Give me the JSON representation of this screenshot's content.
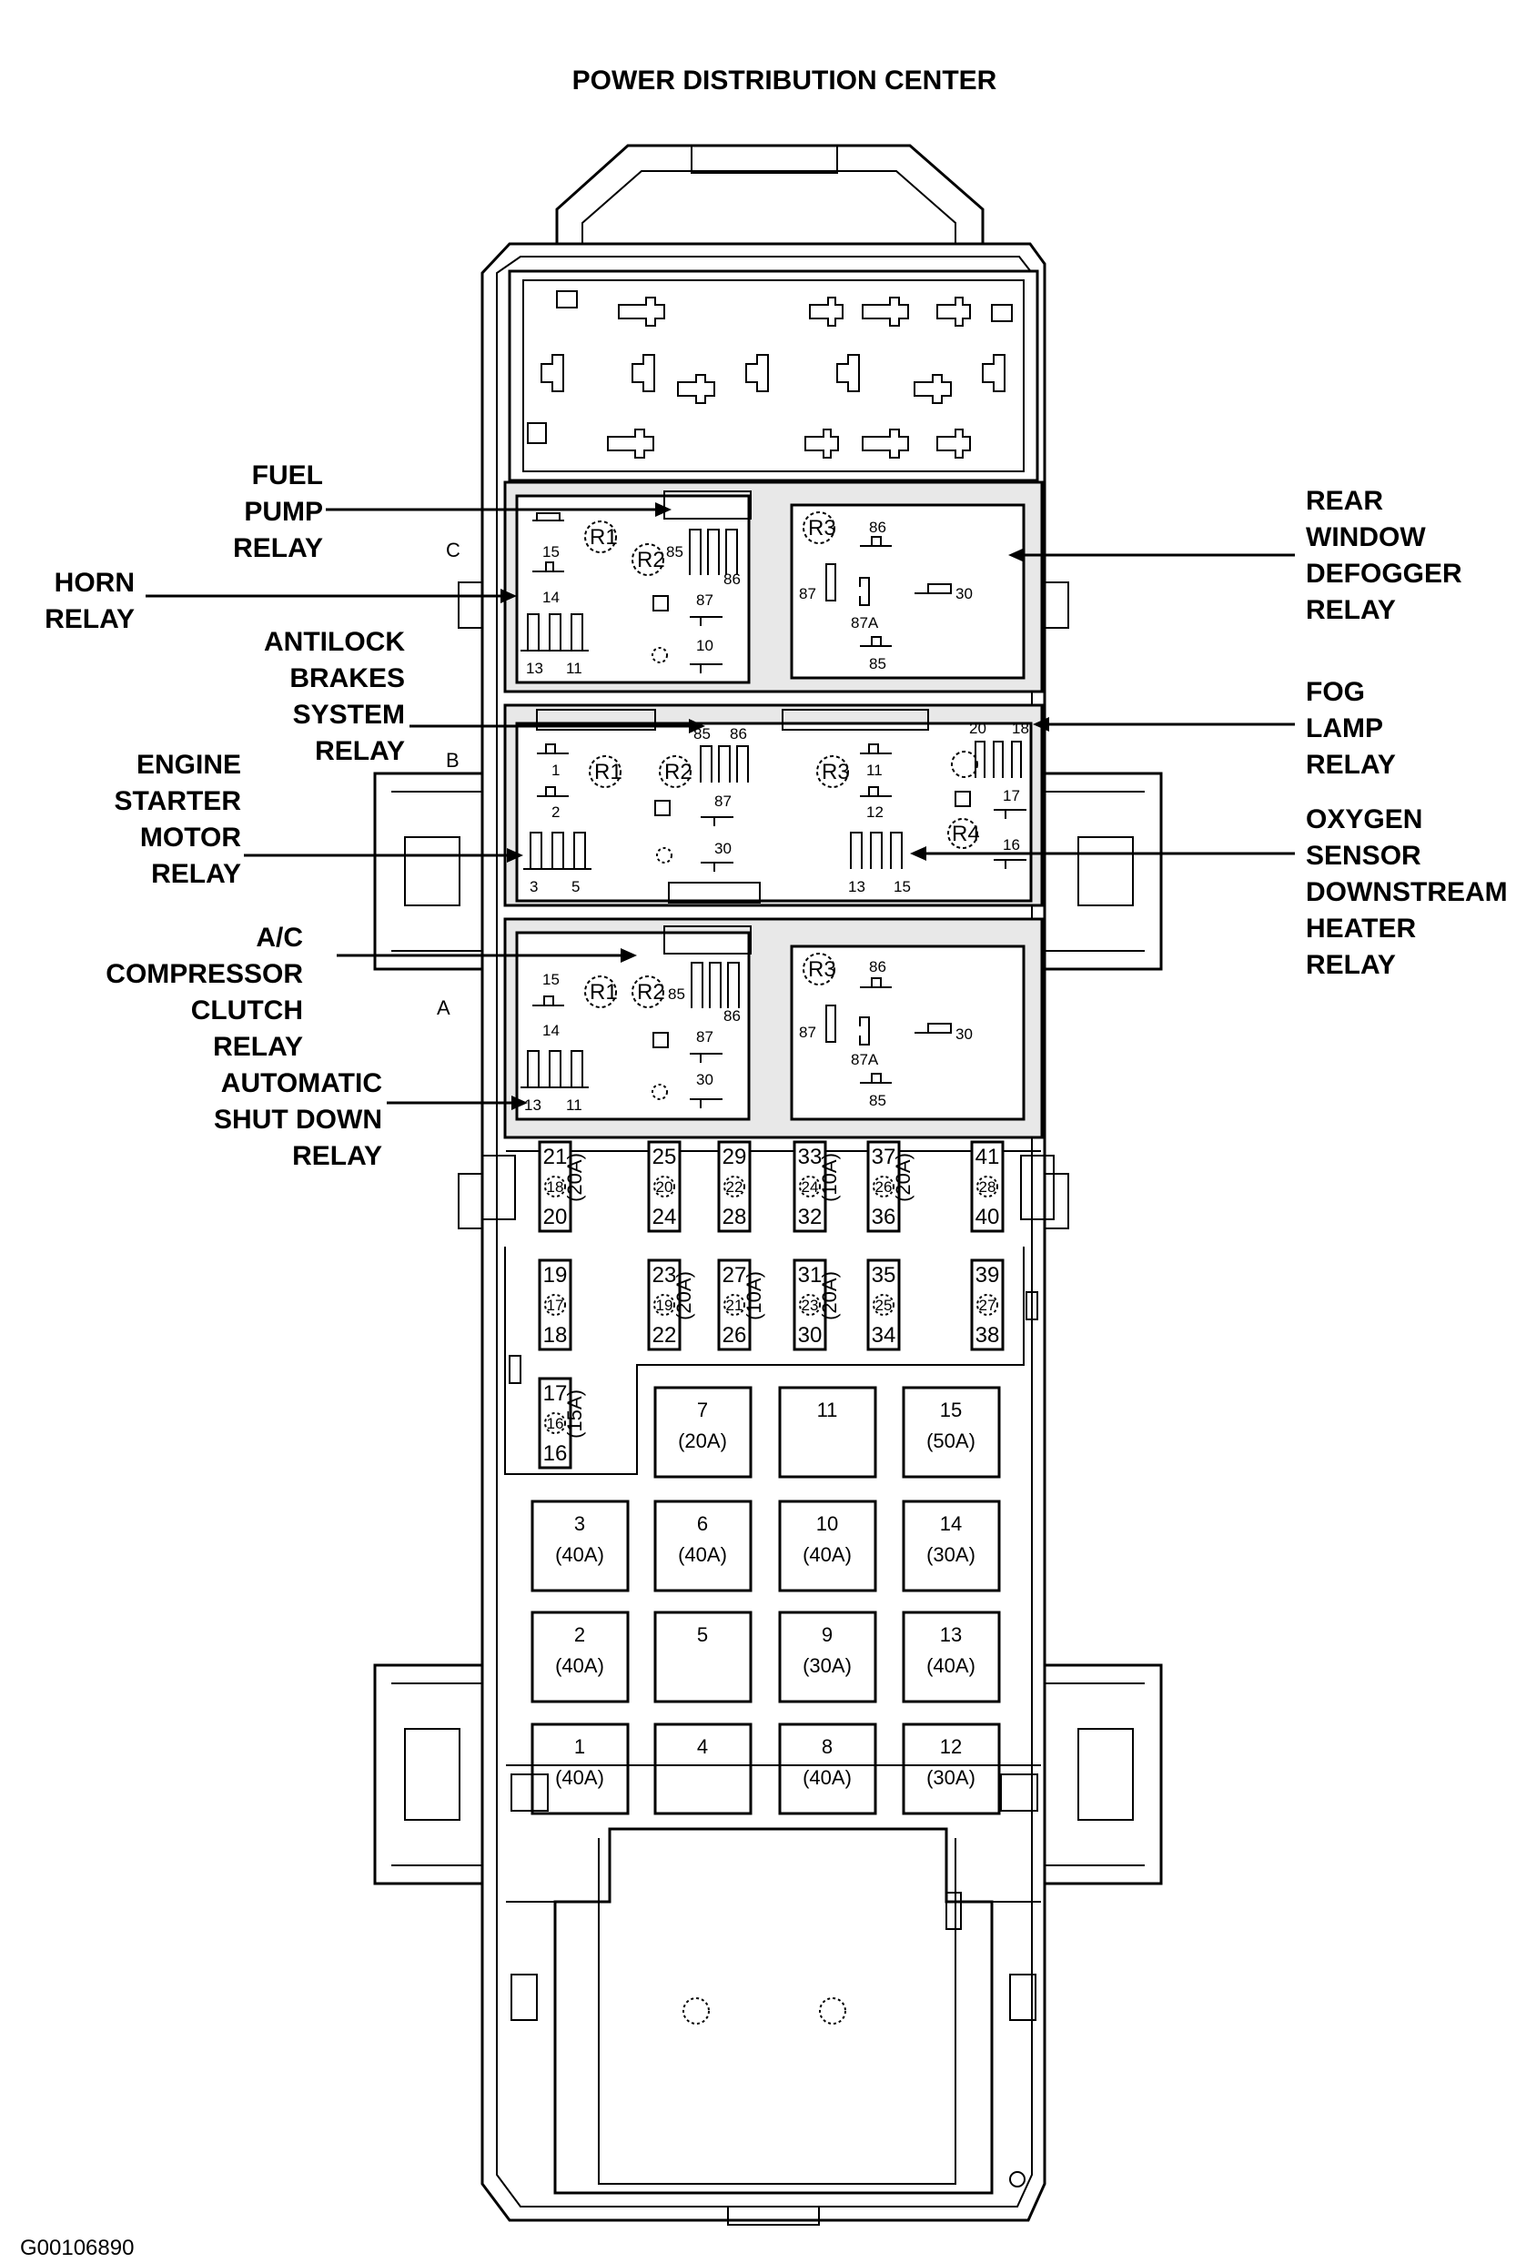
{
  "title": "POWER DISTRIBUTION CENTER",
  "figure_id": "G00106890",
  "rows": {
    "a": "A",
    "b": "B",
    "c": "C"
  },
  "callouts_left": [
    [
      "FUEL",
      "PUMP",
      "RELAY"
    ],
    [
      "HORN",
      "RELAY"
    ],
    [
      "ANTILOCK",
      "BRAKES",
      "SYSTEM",
      "RELAY"
    ],
    [
      "ENGINE",
      "STARTER",
      "MOTOR",
      "RELAY"
    ],
    [
      "A/C",
      "COMPRESSOR",
      "CLUTCH",
      "RELAY"
    ],
    [
      "AUTOMATIC",
      "SHUT DOWN",
      "RELAY"
    ]
  ],
  "callouts_right": [
    [
      "REAR",
      "WINDOW",
      "DEFOGGER",
      "RELAY"
    ],
    [
      "FOG",
      "LAMP",
      "RELAY"
    ],
    [
      "OXYGEN",
      "SENSOR",
      "DOWNSTREAM",
      "HEATER",
      "RELAY"
    ]
  ],
  "relay_labels": {
    "r1": "R1",
    "r2": "R2",
    "r3": "R3",
    "r4": "R4"
  },
  "relay_row_c": {
    "left": [
      "15",
      "14",
      "13",
      "11",
      "85",
      "86",
      "87",
      "10"
    ],
    "right": [
      "86",
      "87",
      "87A",
      "30",
      "85"
    ]
  },
  "relay_row_b": {
    "left": [
      "1",
      "2",
      "3",
      "5",
      "85",
      "86",
      "87",
      "30"
    ],
    "mid": [
      "11",
      "12",
      "13",
      "15"
    ],
    "right": [
      "20",
      "18",
      "17",
      "16"
    ]
  },
  "relay_row_a": {
    "left": [
      "15",
      "14",
      "13",
      "11",
      "85",
      "86",
      "87",
      "30"
    ],
    "right": [
      "86",
      "87",
      "87A",
      "30",
      "85"
    ]
  },
  "mini_fuses_upper": [
    {
      "pins": [
        "21",
        "18",
        "20"
      ],
      "amp": "(20A)"
    },
    {
      "pins": [
        "25",
        "20",
        "24"
      ],
      "amp": ""
    },
    {
      "pins": [
        "29",
        "22",
        "28"
      ],
      "amp": ""
    },
    {
      "pins": [
        "33",
        "24",
        "32"
      ],
      "amp": "(10A)"
    },
    {
      "pins": [
        "37",
        "26",
        "36"
      ],
      "amp": "(20A)"
    },
    {
      "pins": [
        "41",
        "28",
        "40"
      ],
      "amp": ""
    }
  ],
  "mini_fuses_lower": [
    {
      "pins": [
        "19",
        "17",
        "18"
      ],
      "amp": ""
    },
    {
      "pins": [
        "23",
        "19",
        "22"
      ],
      "amp": "(20A)"
    },
    {
      "pins": [
        "27",
        "21",
        "26"
      ],
      "amp": "(10A)"
    },
    {
      "pins": [
        "31",
        "23",
        "30"
      ],
      "amp": "(20A)"
    },
    {
      "pins": [
        "35",
        "25",
        "34"
      ],
      "amp": ""
    },
    {
      "pins": [
        "39",
        "27",
        "38"
      ],
      "amp": ""
    }
  ],
  "mini_fuse_bottom": {
    "pins": [
      "17",
      "16",
      "16"
    ],
    "amp": "(15A)"
  },
  "maxi_fuses": [
    {
      "id": "7",
      "amp": "(20A)"
    },
    {
      "id": "11",
      "amp": ""
    },
    {
      "id": "15",
      "amp": "(50A)"
    },
    {
      "id": "3",
      "amp": "(40A)"
    },
    {
      "id": "6",
      "amp": "(40A)"
    },
    {
      "id": "10",
      "amp": "(40A)"
    },
    {
      "id": "14",
      "amp": "(30A)"
    },
    {
      "id": "2",
      "amp": "(40A)"
    },
    {
      "id": "5",
      "amp": ""
    },
    {
      "id": "9",
      "amp": "(30A)"
    },
    {
      "id": "13",
      "amp": "(40A)"
    },
    {
      "id": "1",
      "amp": "(40A)"
    },
    {
      "id": "4",
      "amp": ""
    },
    {
      "id": "8",
      "amp": "(40A)"
    },
    {
      "id": "12",
      "amp": "(30A)"
    }
  ]
}
